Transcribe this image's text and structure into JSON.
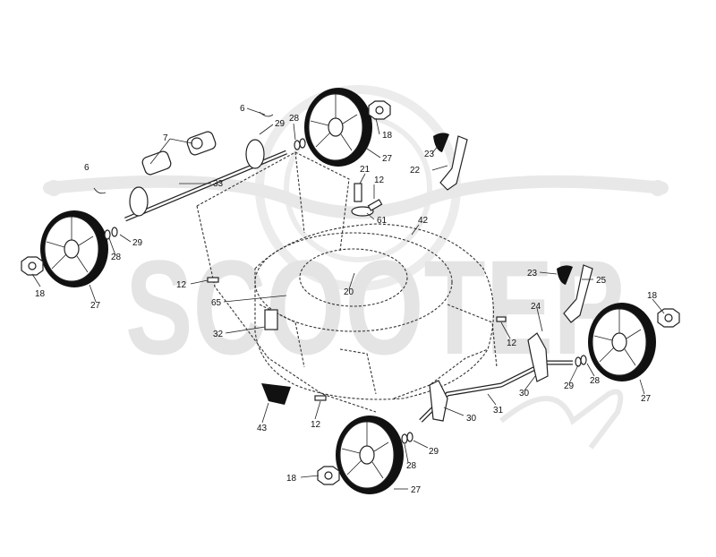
{
  "watermark": {
    "text": "SCOOTER"
  },
  "labels": [
    {
      "id": "callout-6-top",
      "text": "6"
    },
    {
      "id": "callout-6-left",
      "text": "6"
    },
    {
      "id": "callout-7",
      "text": "7"
    },
    {
      "id": "callout-29-top",
      "text": "29"
    },
    {
      "id": "callout-28-top",
      "text": "28"
    },
    {
      "id": "callout-18-top",
      "text": "18"
    },
    {
      "id": "callout-27-top",
      "text": "27"
    },
    {
      "id": "callout-33",
      "text": "33"
    },
    {
      "id": "callout-21",
      "text": "21"
    },
    {
      "id": "callout-12-center",
      "text": "12"
    },
    {
      "id": "callout-61",
      "text": "61"
    },
    {
      "id": "callout-23-top",
      "text": "23"
    },
    {
      "id": "callout-22",
      "text": "22"
    },
    {
      "id": "callout-42",
      "text": "42"
    },
    {
      "id": "callout-29-left",
      "text": "29"
    },
    {
      "id": "callout-28-left",
      "text": "28"
    },
    {
      "id": "callout-18-left",
      "text": "18"
    },
    {
      "id": "callout-27-left",
      "text": "27"
    },
    {
      "id": "callout-12-left",
      "text": "12"
    },
    {
      "id": "callout-20",
      "text": "20"
    },
    {
      "id": "callout-65",
      "text": "65"
    },
    {
      "id": "callout-32",
      "text": "32"
    },
    {
      "id": "callout-23-right",
      "text": "23"
    },
    {
      "id": "callout-25",
      "text": "25"
    },
    {
      "id": "callout-18-right",
      "text": "18"
    },
    {
      "id": "callout-24",
      "text": "24"
    },
    {
      "id": "callout-12-right",
      "text": "12"
    },
    {
      "id": "callout-29-right",
      "text": "29"
    },
    {
      "id": "callout-28-right",
      "text": "28"
    },
    {
      "id": "callout-27-right",
      "text": "27"
    },
    {
      "id": "callout-30-right",
      "text": "30"
    },
    {
      "id": "callout-31",
      "text": "31"
    },
    {
      "id": "callout-30-center",
      "text": "30"
    },
    {
      "id": "callout-43",
      "text": "43"
    },
    {
      "id": "callout-12-bottom",
      "text": "12"
    },
    {
      "id": "callout-29-bottom",
      "text": "29"
    },
    {
      "id": "callout-28-bottom",
      "text": "28"
    },
    {
      "id": "callout-18-bottom",
      "text": "18"
    },
    {
      "id": "callout-27-bottom",
      "text": "27"
    }
  ]
}
